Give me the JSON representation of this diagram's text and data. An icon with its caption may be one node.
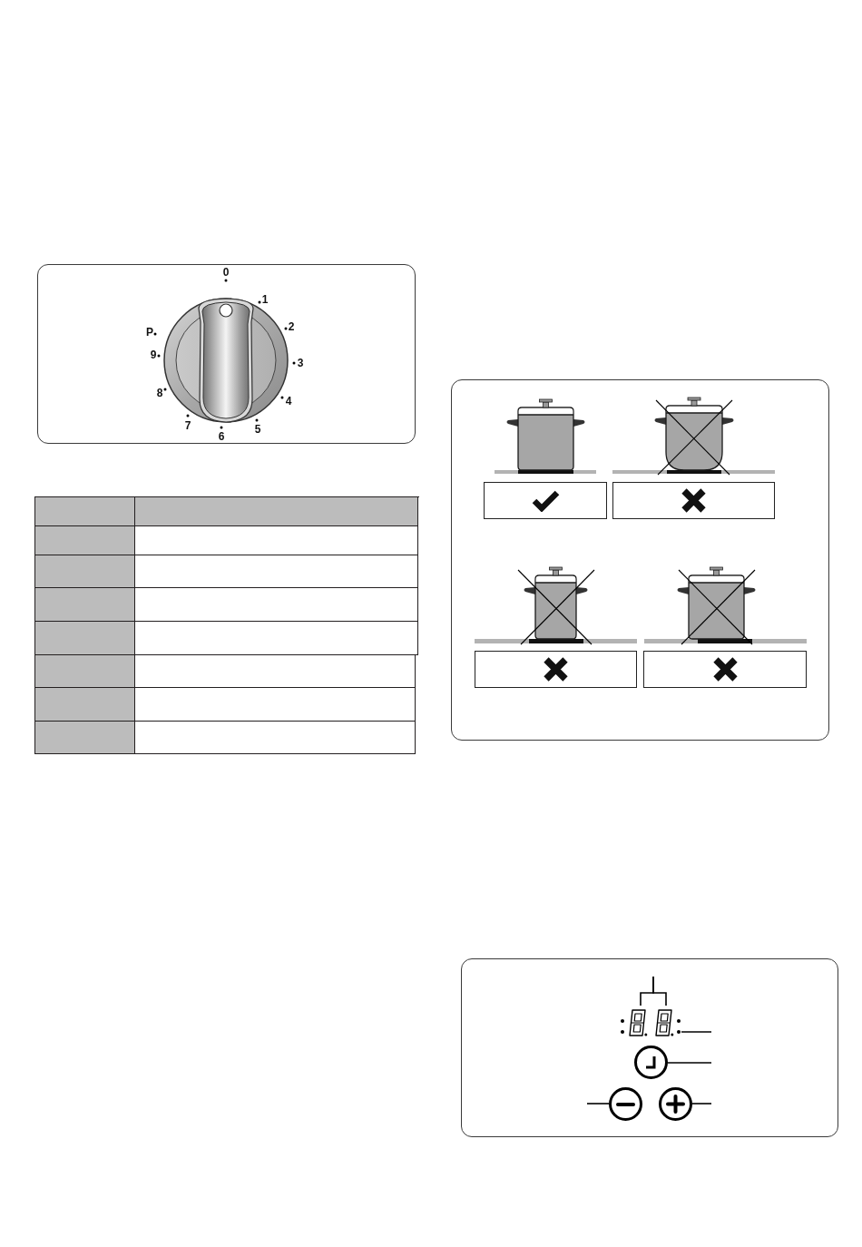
{
  "diagram": {
    "nodes": [
      {
        "text": [],
        "shape": "picture"
      },
      {
        "text": [],
        "shape": "picture"
      },
      {
        "text": [],
        "shape": "picture"
      },
      {
        "text": [],
        "shape": "circle"
      },
      {
        "text": [],
        "shape": "circle"
      },
      {
        "text": [],
        "shape": "circle"
      }
    ],
    "edges": [
      {
        "from": null,
        "to": 0,
        "arrow": "none"
      },
      {
        "from": null,
        "to": 1,
        "arrow": "none"
      },
      {
        "from": null,
        "to": 2,
        "arrow": "none"
      },
      {
        "from": null,
        "to": 3,
        "arrow": "none"
      },
      {
        "from": null,
        "to": 4,
        "arrow": "none"
      },
      {
        "from": null,
        "to": 5,
        "arrow": "none"
      }
    ],
    "labels": [
      "0",
      "1",
      "2",
      "3",
      "4",
      "5",
      "6",
      "7",
      "8",
      "9",
      "P"
    ]
  }
}
